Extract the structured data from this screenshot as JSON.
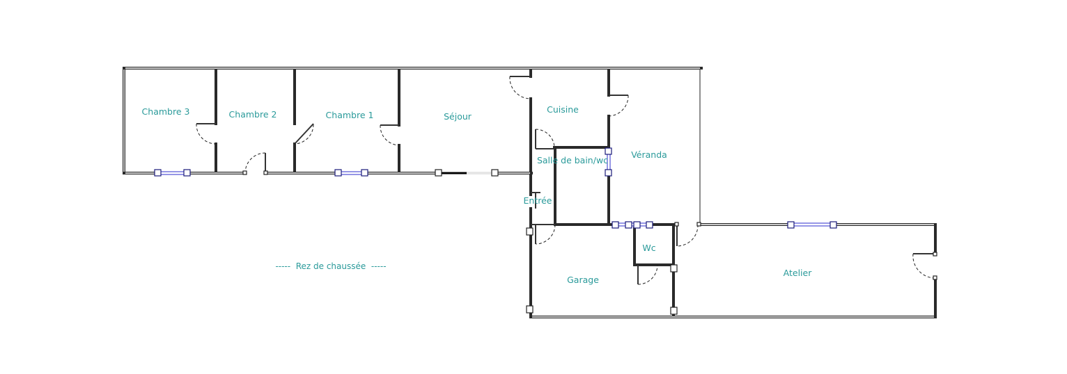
{
  "plan": {
    "caption": "-----  Rez de chaussée  -----",
    "rooms": {
      "chambre3": "Chambre 3",
      "chambre2": "Chambre 2",
      "chambre1": "Chambre 1",
      "sejour": "Séjour",
      "cuisine": "Cuisine",
      "salle_de_bain": "Salle de bain/wc",
      "veranda": "Véranda",
      "entree": "Entrée",
      "garage": "Garage",
      "wc": "Wc",
      "atelier": "Atelier"
    }
  },
  "colors": {
    "label": "#2a9a9a",
    "wall": "#2a2a2a",
    "window": "#2c2ccc"
  }
}
